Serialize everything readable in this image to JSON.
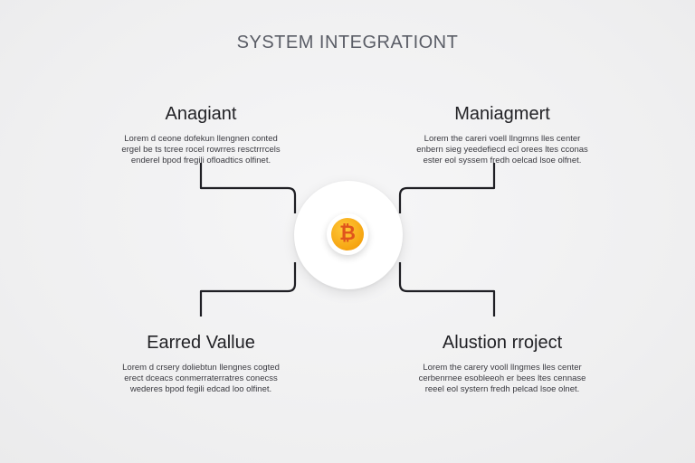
{
  "title": "SYSTEM INTEGRATIONT",
  "hub": {
    "icon": "bitcoin-coin-icon",
    "glyph": "₿",
    "coin_color": "#f6a410",
    "glyph_color": "#e0541c"
  },
  "blocks": [
    {
      "heading": "Anagiant",
      "lines": [
        "Lorem d ceone dofekun llengnen conted",
        "ergel be ts tcree rocel rowrres resctrrrcels",
        "enderel bpod fregili ofloadtics olfinet."
      ]
    },
    {
      "heading": "Maniagmert",
      "lines": [
        "Lorem the careri voell llngmns lles center",
        "enbern sieg yeedefiecd ecl orees ltes cconas",
        "ester eol syssem fredh oelcad lsoe olfnet."
      ]
    },
    {
      "heading": "Earred Vallue",
      "lines": [
        "Lorem d crsery doliebtun llengnes cogted",
        "erect dceacs conmerraterratres conecss",
        "wederes bpod fegili edcad loo olfinet."
      ]
    },
    {
      "heading": "Alustion rroject",
      "lines": [
        "Lorem the carery vooll llngmes lles center",
        "cerbenrnee esobleeoh er bees ltes cennase",
        "reeel eol systern fredh pelcad lsoe olnet."
      ]
    }
  ],
  "connector_color": "#1f1f24"
}
